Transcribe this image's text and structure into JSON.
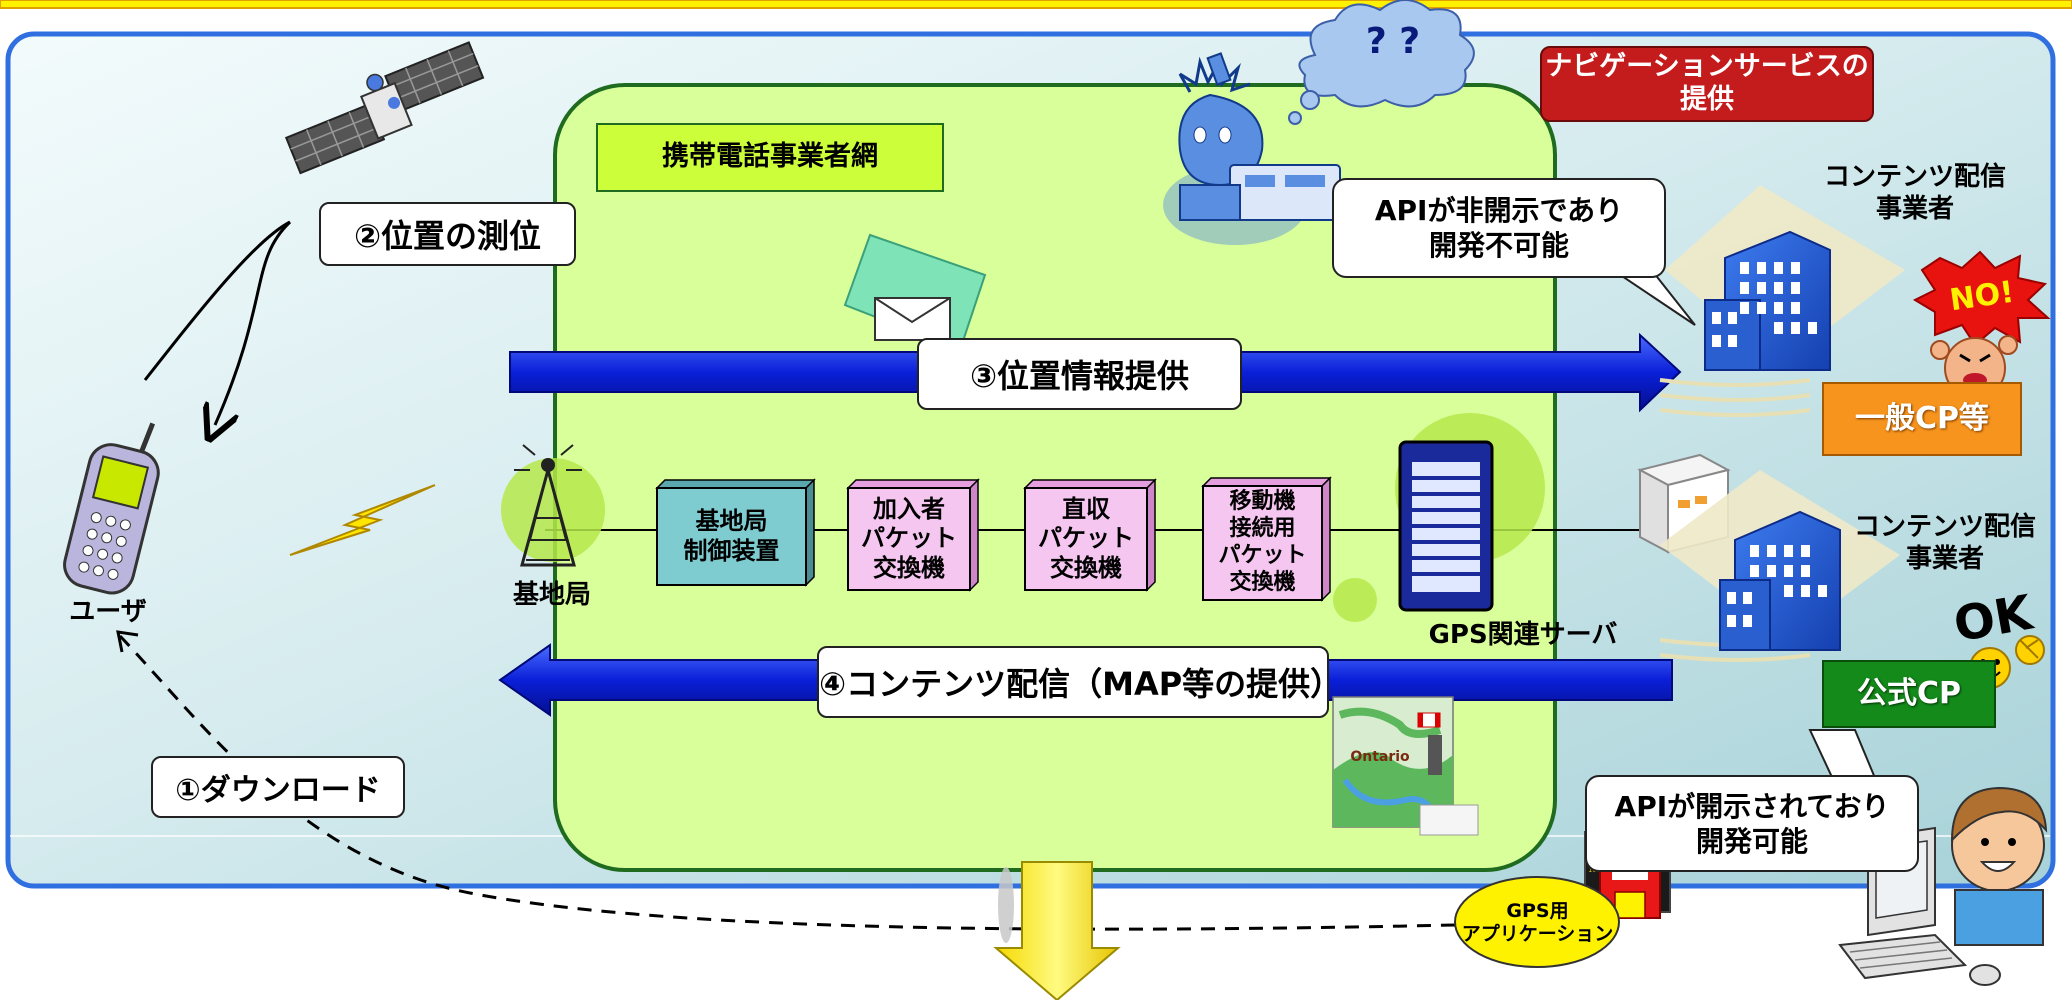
{
  "labels": {
    "carrier_network": "携帯電話事業者網",
    "navi_service": "ナビゲーションサービスの提供",
    "positioning": "②位置の測位",
    "location_info": "③位置情報提供",
    "content_delivery": "④コンテンツ配信（MAP等の提供）",
    "download": "①ダウンロード",
    "user": "ユーザ",
    "base_station": "基地局",
    "gps_server": "GPS関連サーバ",
    "cp_top_title": "コンテンツ配信\n事業者",
    "cp_bottom_title": "コンテンツ配信\n事業者",
    "general_cp": "一般CP等",
    "official_cp": "公式CP",
    "api_closed": "APIが非開示であり\n開発不可能",
    "api_open": "APIが開示されており\n開発可能",
    "gps_app": "GPS用\nアプリケーション",
    "question_marks": "? ?",
    "no_text": "NO!",
    "ok_text": "OK",
    "map_text": "Ontario"
  },
  "nodes": [
    {
      "label": "基地局\n制御装置"
    },
    {
      "label": "加入者\nパケット\n交換機"
    },
    {
      "label": "直収\nパケット\n交換機"
    },
    {
      "label": "移動機\n接続用\nパケット\n交換機"
    }
  ],
  "colors": {
    "outer_border": "#2f6fe0",
    "network_fill": "#d9ff9a",
    "network_border": "#1f6b1f",
    "arrow_blue": "#0a1fd8",
    "navi_red": "#c41c1c",
    "general_cp_orange": "#f7941d",
    "official_cp_green": "#138a1a",
    "node_teal": "#7ecbd0",
    "node_pink": "#f5c6f0",
    "top_bar": "#fff200",
    "gps_bubble": "#fff200"
  },
  "icons": [
    "satellite-icon",
    "phone-icon",
    "lightning-icon",
    "antenna-tower-icon",
    "server-rack-icon",
    "building-icon",
    "envelope-icon",
    "map-icon",
    "confused-person-icon",
    "angry-face-icon",
    "smiley-ok-icon",
    "computer-user-icon",
    "floppy-disk-icon",
    "download-arrow-icon"
  ]
}
